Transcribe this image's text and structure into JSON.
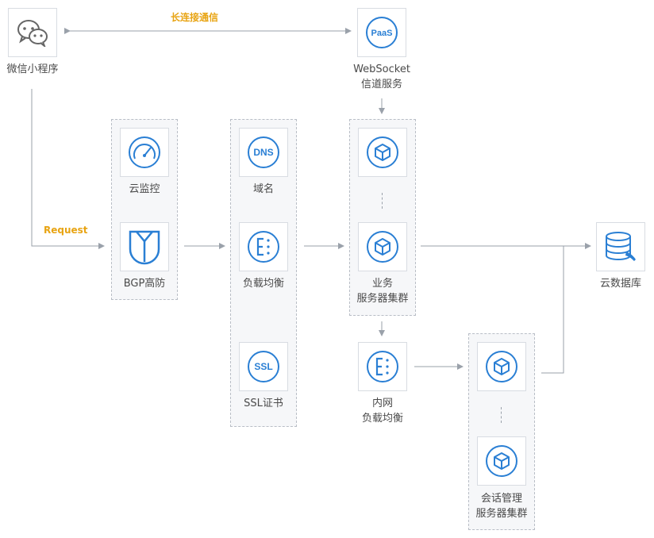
{
  "links": {
    "long_connection": "长连接通信",
    "request": "Request"
  },
  "nodes": {
    "wechat_miniprogram": {
      "label": "微信小程序",
      "icon": "wechat-icon"
    },
    "websocket": {
      "label_line1": "WebSocket",
      "label_line2": "信道服务",
      "badge": "PaaS",
      "icon": "paas-icon"
    },
    "cloud_monitor": {
      "label": "云监控",
      "icon": "gauge-icon"
    },
    "bgp": {
      "label": "BGP高防",
      "icon": "shield-icon"
    },
    "domain": {
      "label": "域名",
      "badge": "DNS",
      "icon": "dns-icon"
    },
    "load_balancer": {
      "label": "负载均衡",
      "icon": "load-balancer-icon"
    },
    "ssl": {
      "label": "SSL证书",
      "badge": "SSL",
      "icon": "ssl-icon"
    },
    "business_cluster": {
      "label_line1": "业务",
      "label_line2": "服务器集群",
      "icon": "server-cube-icon"
    },
    "internal_lb": {
      "label_line1": "内网",
      "label_line2": "负载均衡",
      "icon": "load-balancer-icon"
    },
    "session_cluster": {
      "label_line1": "会话管理",
      "label_line2": "服务器集群",
      "icon": "server-cube-icon"
    },
    "cloud_db": {
      "label": "云数据库",
      "icon": "database-icon"
    }
  },
  "colors": {
    "accent_blue": "#2a7fd4",
    "link_orange": "#e8a413",
    "line_gray": "#9aa1aa"
  }
}
